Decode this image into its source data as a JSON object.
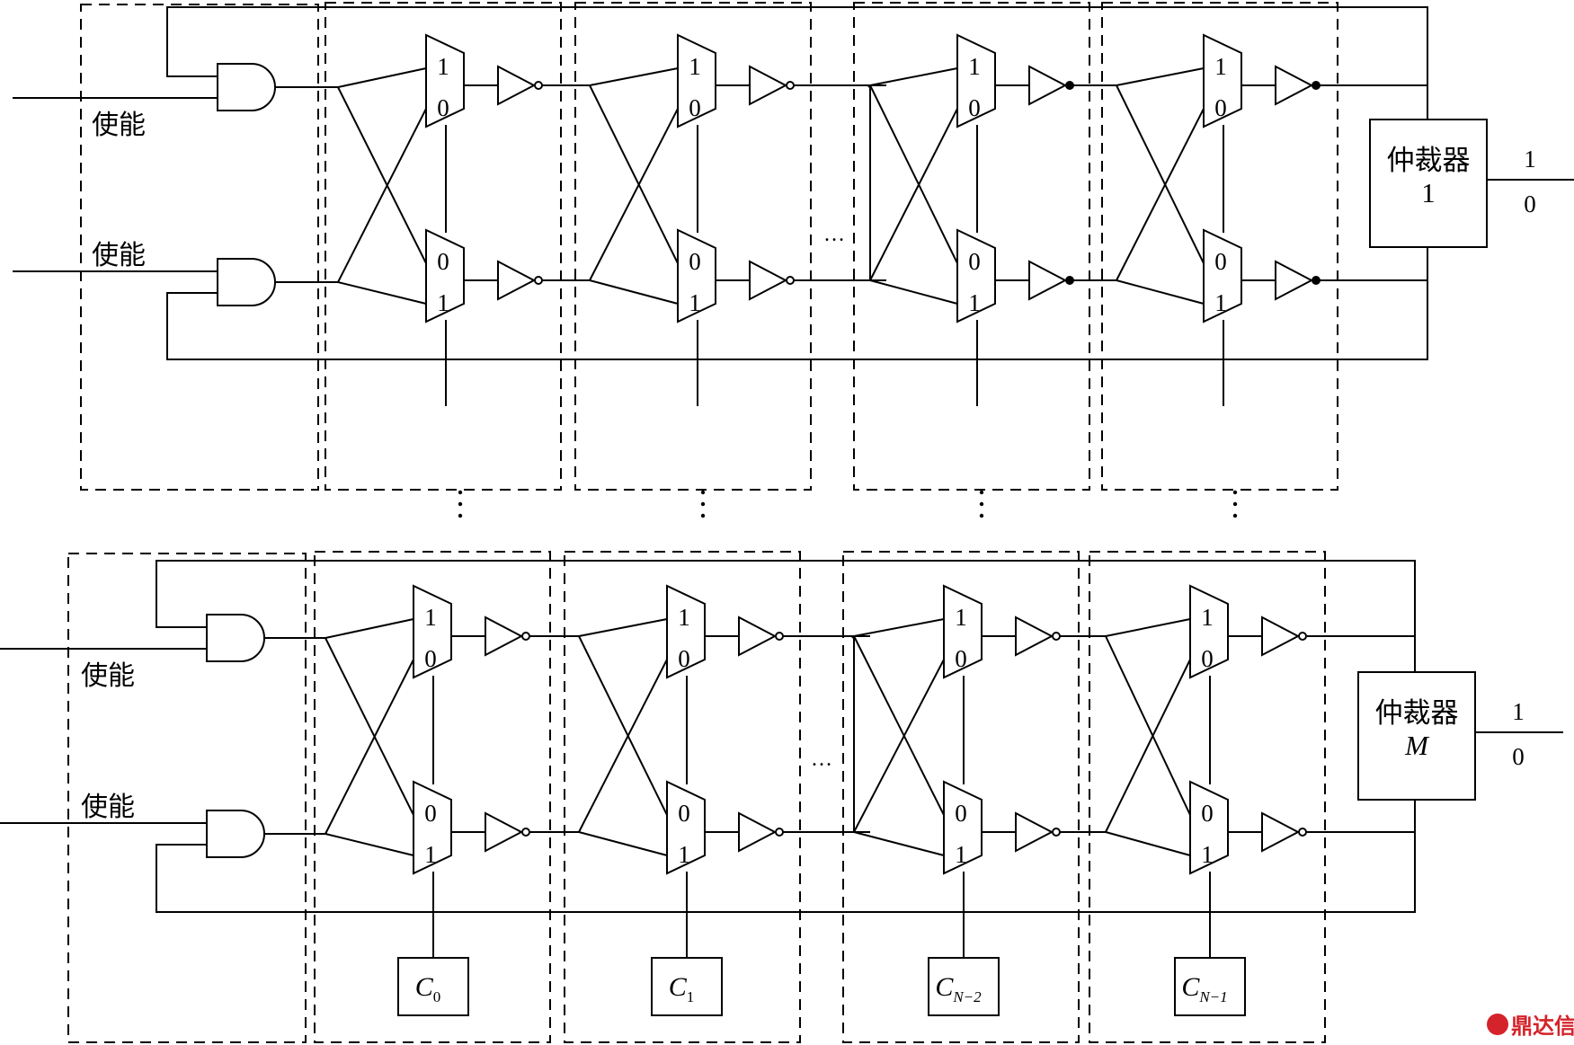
{
  "enable_label": "使能",
  "mux_top_labels": [
    "1",
    "0"
  ],
  "mux_bottom_labels": [
    "0",
    "1"
  ],
  "ellipsis": "…",
  "arbiters": [
    {
      "name": "仲裁器",
      "index": "1",
      "index_italic": false,
      "out_hi": "1",
      "out_lo": "0"
    },
    {
      "name": "仲裁器",
      "index": "M",
      "index_italic": true,
      "out_hi": "1",
      "out_lo": "0"
    }
  ],
  "challenge_bits": [
    {
      "letter": "C",
      "sub": "0"
    },
    {
      "letter": "C",
      "sub": "1"
    },
    {
      "letter": "C",
      "sub": "N−2"
    },
    {
      "letter": "C",
      "sub": "N−1"
    }
  ],
  "watermark": "鼎达信",
  "colors": {
    "line": "#000000",
    "watermark": "#d4232a"
  }
}
